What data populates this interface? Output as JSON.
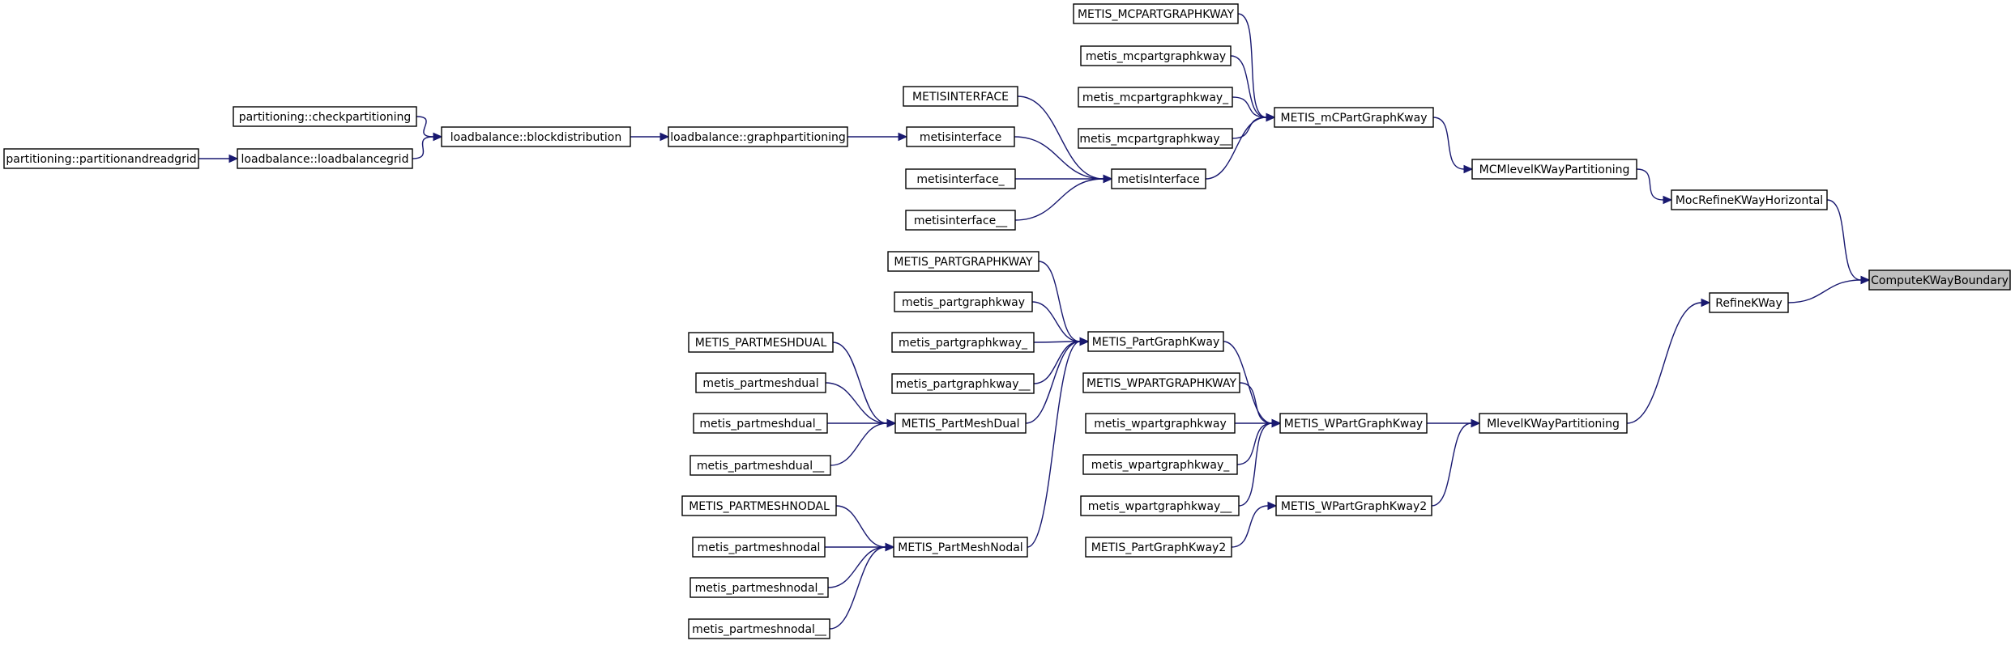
{
  "diagram": {
    "nodes": [
      {
        "id": "n_root",
        "label": "ComputeKWayBoundary",
        "root": true
      },
      {
        "id": "n_moc",
        "label": "MocRefineKWayHorizontal"
      },
      {
        "id": "n_ref",
        "label": "RefineKWay"
      },
      {
        "id": "n_mcl",
        "label": "MCMlevelKWayPartitioning"
      },
      {
        "id": "n_ml",
        "label": "MlevelKWayPartitioning"
      },
      {
        "id": "n_mcp",
        "label": "METIS_mCPartGraphKway"
      },
      {
        "id": "n_wpk",
        "label": "METIS_WPartGraphKway"
      },
      {
        "id": "n_wpk2",
        "label": "METIS_WPartGraphKway2"
      },
      {
        "id": "n_MCPU",
        "label": "METIS_MCPARTGRAPHKWAY"
      },
      {
        "id": "n_mcpl",
        "label": "metis_mcpartgraphkway"
      },
      {
        "id": "n_mcpl1",
        "label": "metis_mcpartgraphkway_"
      },
      {
        "id": "n_mcpl2",
        "label": "metis_mcpartgraphkway__"
      },
      {
        "id": "n_mint",
        "label": "metisInterface"
      },
      {
        "id": "n_MI",
        "label": "METISINTERFACE"
      },
      {
        "id": "n_mi",
        "label": "metisinterface"
      },
      {
        "id": "n_mi1",
        "label": "metisinterface_"
      },
      {
        "id": "n_mi2",
        "label": "metisinterface__"
      },
      {
        "id": "n_lbgp",
        "label": "loadbalance::graphpartitioning"
      },
      {
        "id": "n_lbbd",
        "label": "loadbalance::blockdistribution"
      },
      {
        "id": "n_pcp",
        "label": "partitioning::checkpartitioning"
      },
      {
        "id": "n_lblg",
        "label": "loadbalance::loadbalancegrid"
      },
      {
        "id": "n_ppr",
        "label": "partitioning::partitionandreadgrid"
      },
      {
        "id": "n_pgk",
        "label": "METIS_PartGraphKway"
      },
      {
        "id": "n_PGU",
        "label": "METIS_PARTGRAPHKWAY"
      },
      {
        "id": "n_pgl",
        "label": "metis_partgraphkway"
      },
      {
        "id": "n_pgl1",
        "label": "metis_partgraphkway_"
      },
      {
        "id": "n_pgl2",
        "label": "metis_partgraphkway__"
      },
      {
        "id": "n_pmd",
        "label": "METIS_PartMeshDual"
      },
      {
        "id": "n_PMDU",
        "label": "METIS_PARTMESHDUAL"
      },
      {
        "id": "n_pmdl",
        "label": "metis_partmeshdual"
      },
      {
        "id": "n_pmdl1",
        "label": "metis_partmeshdual_"
      },
      {
        "id": "n_pmdl2",
        "label": "metis_partmeshdual__"
      },
      {
        "id": "n_pmn",
        "label": "METIS_PartMeshNodal"
      },
      {
        "id": "n_PMNU",
        "label": "METIS_PARTMESHNODAL"
      },
      {
        "id": "n_pmnl",
        "label": "metis_partmeshnodal"
      },
      {
        "id": "n_pmnl1",
        "label": "metis_partmeshnodal_"
      },
      {
        "id": "n_pmnl2",
        "label": "metis_partmeshnodal__"
      },
      {
        "id": "n_WPGU",
        "label": "METIS_WPARTGRAPHKWAY"
      },
      {
        "id": "n_wpl",
        "label": "metis_wpartgraphkway"
      },
      {
        "id": "n_wpl1",
        "label": "metis_wpartgraphkway_"
      },
      {
        "id": "n_wpl2",
        "label": "metis_wpartgraphkway__"
      },
      {
        "id": "n_pgk2",
        "label": "METIS_PartGraphKway2"
      }
    ],
    "edges": [
      {
        "from": "n_moc",
        "to": "n_root"
      },
      {
        "from": "n_ref",
        "to": "n_root"
      },
      {
        "from": "n_mcl",
        "to": "n_moc"
      },
      {
        "from": "n_ml",
        "to": "n_ref"
      },
      {
        "from": "n_mcp",
        "to": "n_mcl"
      },
      {
        "from": "n_wpk",
        "to": "n_ml"
      },
      {
        "from": "n_wpk2",
        "to": "n_ml"
      },
      {
        "from": "n_MCPU",
        "to": "n_mcp"
      },
      {
        "from": "n_mcpl",
        "to": "n_mcp"
      },
      {
        "from": "n_mcpl1",
        "to": "n_mcp"
      },
      {
        "from": "n_mcpl2",
        "to": "n_mcp"
      },
      {
        "from": "n_mint",
        "to": "n_mcp"
      },
      {
        "from": "n_MI",
        "to": "n_mint"
      },
      {
        "from": "n_mi",
        "to": "n_mint"
      },
      {
        "from": "n_mi1",
        "to": "n_mint"
      },
      {
        "from": "n_mi2",
        "to": "n_mint"
      },
      {
        "from": "n_lbgp",
        "to": "n_mi"
      },
      {
        "from": "n_lbbd",
        "to": "n_lbgp"
      },
      {
        "from": "n_pcp",
        "to": "n_lbbd"
      },
      {
        "from": "n_lblg",
        "to": "n_lbbd"
      },
      {
        "from": "n_ppr",
        "to": "n_lblg"
      },
      {
        "from": "n_pgk",
        "to": "n_wpk"
      },
      {
        "from": "n_WPGU",
        "to": "n_wpk"
      },
      {
        "from": "n_wpl",
        "to": "n_wpk"
      },
      {
        "from": "n_wpl1",
        "to": "n_wpk"
      },
      {
        "from": "n_wpl2",
        "to": "n_wpk"
      },
      {
        "from": "n_pgk2",
        "to": "n_wpk2"
      },
      {
        "from": "n_PGU",
        "to": "n_pgk"
      },
      {
        "from": "n_pgl",
        "to": "n_pgk"
      },
      {
        "from": "n_pgl1",
        "to": "n_pgk"
      },
      {
        "from": "n_pgl2",
        "to": "n_pgk"
      },
      {
        "from": "n_pmd",
        "to": "n_pgk"
      },
      {
        "from": "n_pmn",
        "to": "n_pgk"
      },
      {
        "from": "n_PMDU",
        "to": "n_pmd"
      },
      {
        "from": "n_pmdl",
        "to": "n_pmd"
      },
      {
        "from": "n_pmdl1",
        "to": "n_pmd"
      },
      {
        "from": "n_pmdl2",
        "to": "n_pmd"
      },
      {
        "from": "n_PMNU",
        "to": "n_pmn"
      },
      {
        "from": "n_pmnl",
        "to": "n_pmn"
      },
      {
        "from": "n_pmnl1",
        "to": "n_pmn"
      },
      {
        "from": "n_pmnl2",
        "to": "n_pmn"
      }
    ]
  },
  "colors": {
    "edge": "#191970",
    "node_border": "#000000",
    "node_fill": "#ffffff",
    "root_fill": "#bfbfbf"
  }
}
